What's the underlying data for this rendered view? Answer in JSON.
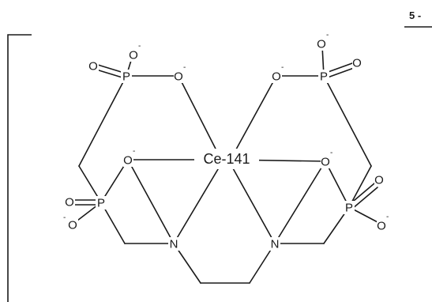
{
  "corner_label": "5 -",
  "metal_label": "Ce-141",
  "atoms": {
    "phosphorus": "P",
    "oxygen": "O",
    "nitrogen": "N",
    "negative_charge": "-"
  }
}
